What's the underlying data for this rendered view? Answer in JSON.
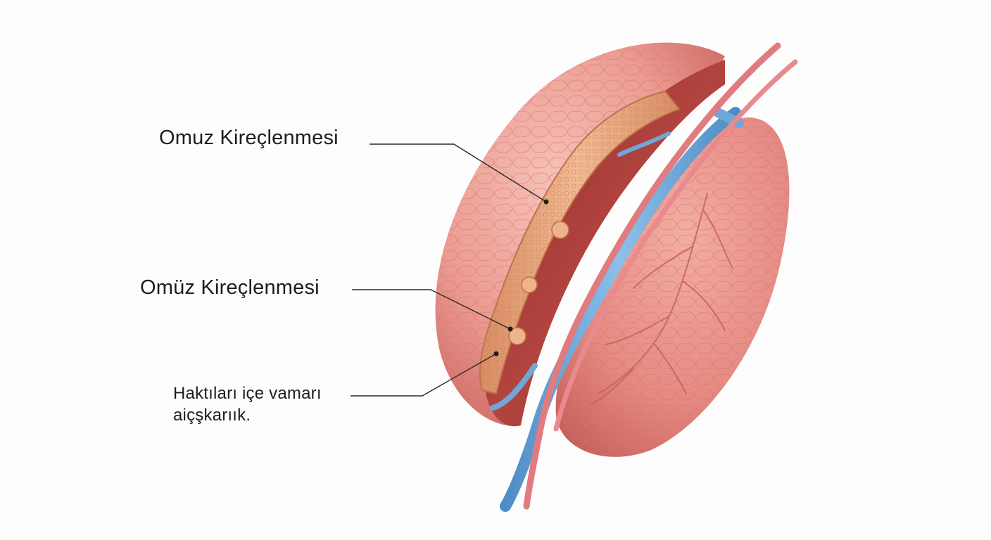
{
  "labels": {
    "label_1": "Omuz Kireçlenmesi",
    "label_2": "Omüz Kireçlenmesi",
    "label_3_line_1": "Haktıları içe vamarı",
    "label_3_line_2": "aiçşkarıık."
  },
  "colors": {
    "background": "#fdfdfd",
    "tissue_pink": "#e9908a",
    "tissue_highlight": "#f4bdb4",
    "cavity_red": "#a33a36",
    "calcified_band": "#e6a87c",
    "artery_red": "#d96a70",
    "vein_blue": "#6fa8d8",
    "leader_line": "#2a2a2a"
  }
}
